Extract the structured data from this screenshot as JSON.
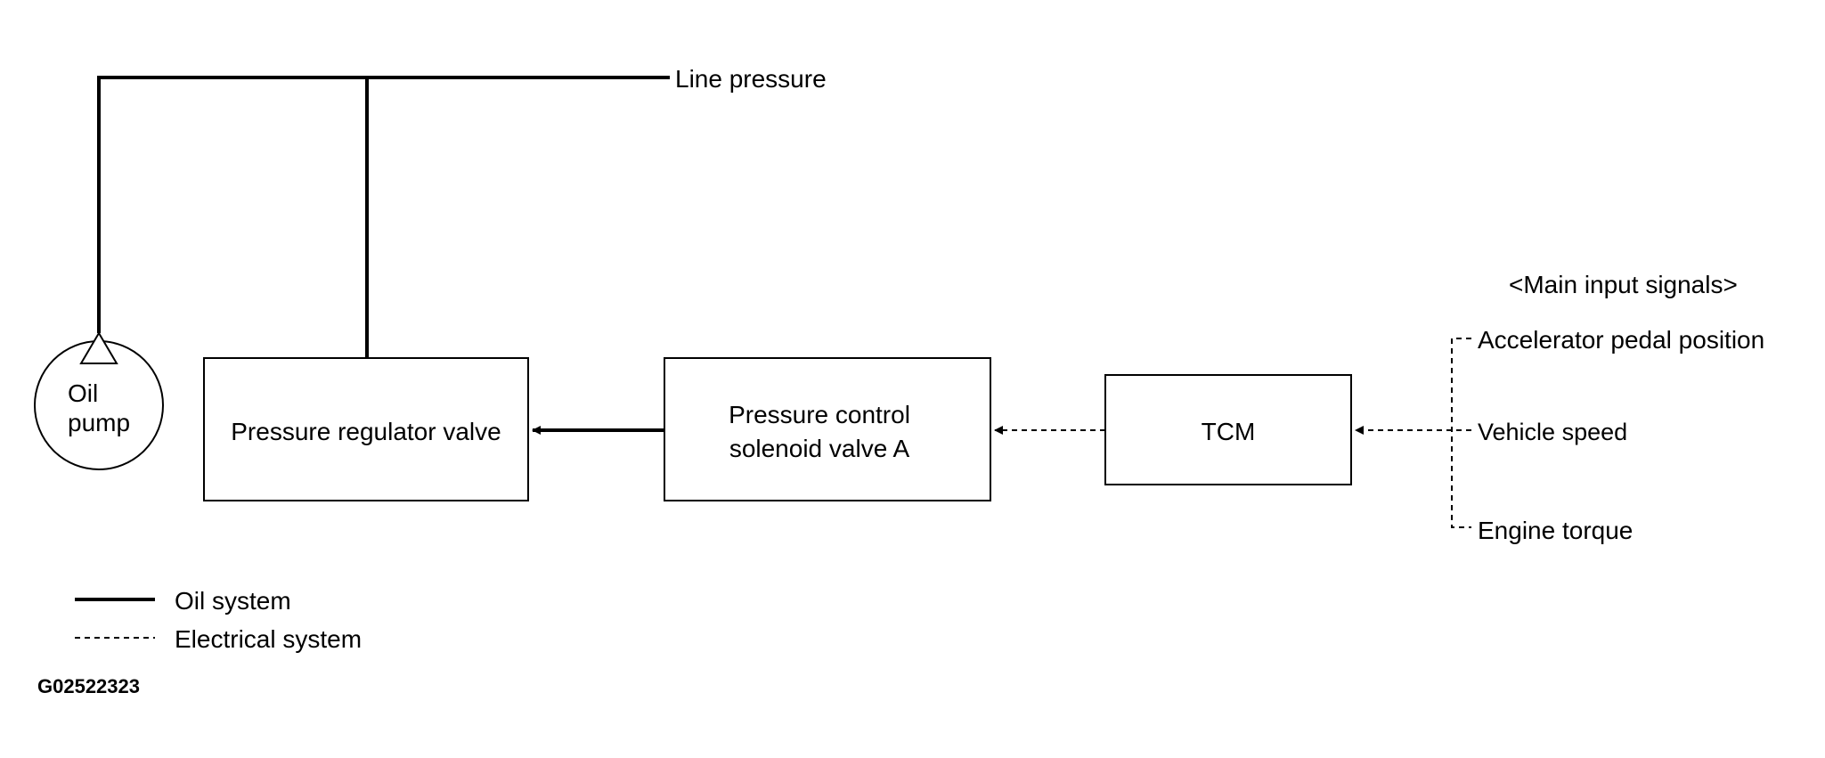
{
  "diagram": {
    "line_pressure": "Line pressure",
    "oil_pump_line1": "Oil",
    "oil_pump_line2": "pump",
    "pressure_regulator_valve": "Pressure regulator valve",
    "pcsv_line1": "Pressure control",
    "pcsv_line2": "solenoid valve A",
    "tcm": "TCM",
    "inputs_title": "<Main input signals>",
    "inputs": [
      "Accelerator pedal position",
      "Vehicle speed",
      "Engine torque"
    ]
  },
  "legend": {
    "oil_system": "Oil system",
    "electrical_system": "Electrical system"
  },
  "figure_code": "G02522323",
  "colors": {
    "line": "#000000",
    "background": "#ffffff"
  }
}
